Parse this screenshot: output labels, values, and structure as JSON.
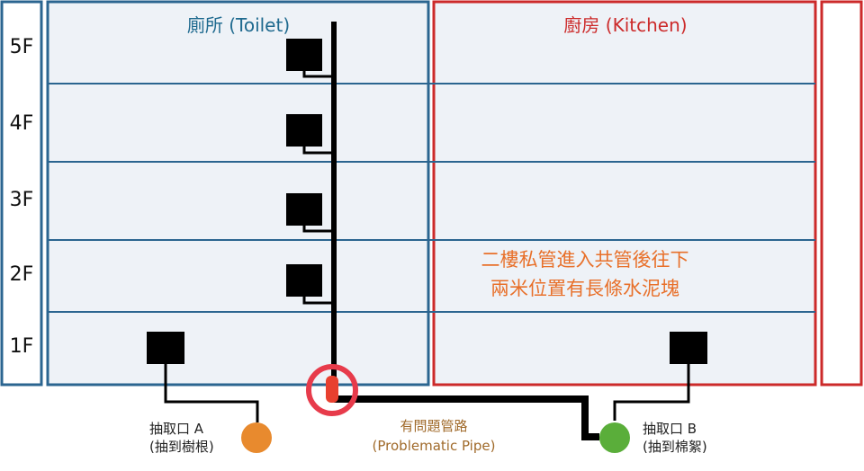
{
  "floors": [
    "5F",
    "4F",
    "3F",
    "2F",
    "1F"
  ],
  "toilet": {
    "title": "廁所 (Toilet)",
    "color": "#1f6a8f"
  },
  "kitchen": {
    "title": "廚房 (Kitchen)",
    "color": "#cc2a2a"
  },
  "building": {
    "fill": "#eef2f7",
    "floor_line": "#2b6590"
  },
  "note": {
    "line1": "二樓私管進入共管後往下",
    "line2": "兩米位置有長條水泥塊",
    "color": "#e8702a"
  },
  "problem_pipe": {
    "label_cn": "有問題管路",
    "label_en": "(Problematic Pipe)",
    "label_color": "#a06a2a",
    "marker_color": "#e8402f",
    "ring_color": "#e73b4b"
  },
  "outlet_a": {
    "label": "抽取口 A",
    "sub": "(抽到樹根)",
    "color": "#e88a2e"
  },
  "outlet_b": {
    "label": "抽取口 B",
    "sub": "(抽到棉絮)",
    "color": "#5aae3a"
  },
  "icons": [
    "toilet-fixture-icon",
    "floor-drain-icon",
    "sink-icon"
  ]
}
